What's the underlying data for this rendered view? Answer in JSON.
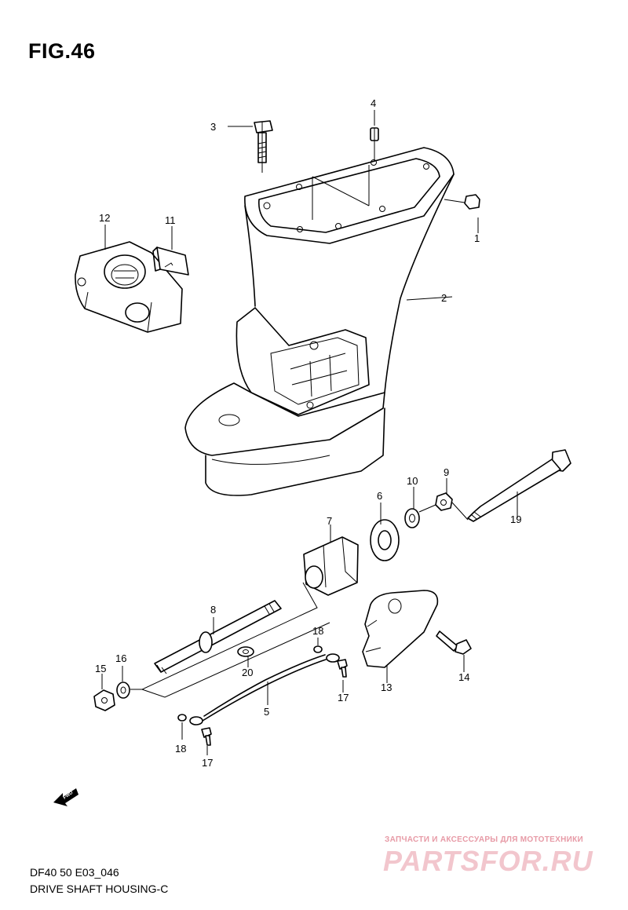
{
  "figure": {
    "title": "FIG.46",
    "code": "DF40 50 E03_046",
    "name": "DRIVE SHAFT HOUSING-C"
  },
  "fwd_arrow": {
    "label": "FWD",
    "icon": "fwd-arrow-icon"
  },
  "callouts": [
    "1",
    "2",
    "3",
    "4",
    "5",
    "6",
    "7",
    "8",
    "9",
    "10",
    "11",
    "12",
    "13",
    "14",
    "15",
    "16",
    "17",
    "17",
    "18",
    "18",
    "19",
    "20"
  ],
  "watermark": {
    "small_text": "ЗАПЧАСТИ И АКСЕССУАРЫ ДЛЯ МОТОТЕХНИКИ",
    "logo_text": "PARTSFOR.RU",
    "color": "#e79aa6"
  }
}
